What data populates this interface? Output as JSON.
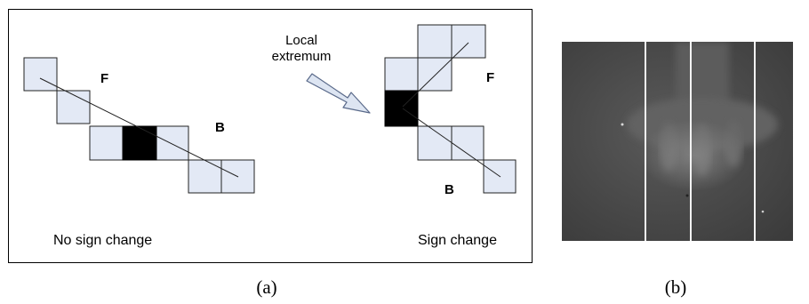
{
  "panel_a": {
    "left_diagram": {
      "label_f": "F",
      "label_b": "B",
      "caption": "No sign change"
    },
    "right_diagram": {
      "label_f": "F",
      "label_b": "B",
      "caption": "Sign change",
      "callout_line1": "Local",
      "callout_line2": "extremum"
    },
    "subfigure_label": "(a)"
  },
  "panel_b": {
    "subfigure_label": "(b)"
  },
  "colors": {
    "cell_fill": "#e3e9f5",
    "cell_stroke": "#222222",
    "center_cell": "#000000",
    "arrow_fill": "#dde5f2",
    "arrow_stroke": "#5a6a8a",
    "photo_bg": "#444444"
  }
}
